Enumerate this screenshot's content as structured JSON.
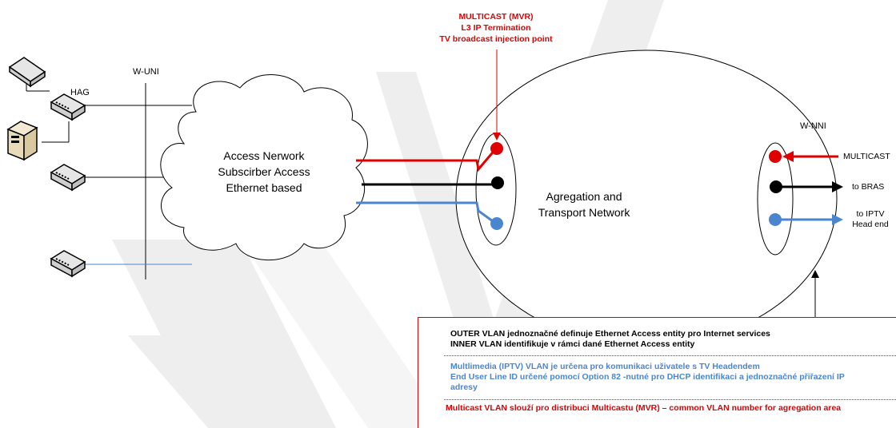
{
  "top_annotation": {
    "line1": "MULTICAST (MVR)",
    "line2": "L3 IP Termination",
    "line3": "TV broadcast injection point"
  },
  "labels": {
    "hag": "HAG",
    "w_uni": "W-UNI",
    "w_nni": "W-NNI",
    "access_network": [
      "Access Nerwork",
      "Subscirber Access",
      "Ethernet based"
    ],
    "agregation": [
      "Agregation and",
      "Transport Network"
    ],
    "multicast_right": "MULTICAST",
    "to_bras": "to BRAS",
    "to_iptv": [
      "to IPTV",
      "Head end"
    ]
  },
  "info_box": {
    "outer": [
      "OUTER VLAN jednoznačné definuje Ethernet Access entity pro Internet services",
      "INNER VLAN identifikuje v rámci dané Ethernet Access entity"
    ],
    "multimedia": [
      "Multlimedia (IPTV) VLAN je určena pro komunikaci uživatele s TV Headendem",
      "End User Line ID určené pomocí Option 82 -nutné pro DHCP identifikaci a jednoznačné přiřazení IP",
      "adresy"
    ],
    "multicast": "Multicast VLAN slouží pro distribuci Multicastu (MVR) – common VLAN number for agregation area"
  },
  "colors": {
    "red": "#e00000",
    "black": "#000000",
    "blue": "#4a86d0",
    "watermark": "#ededed"
  }
}
